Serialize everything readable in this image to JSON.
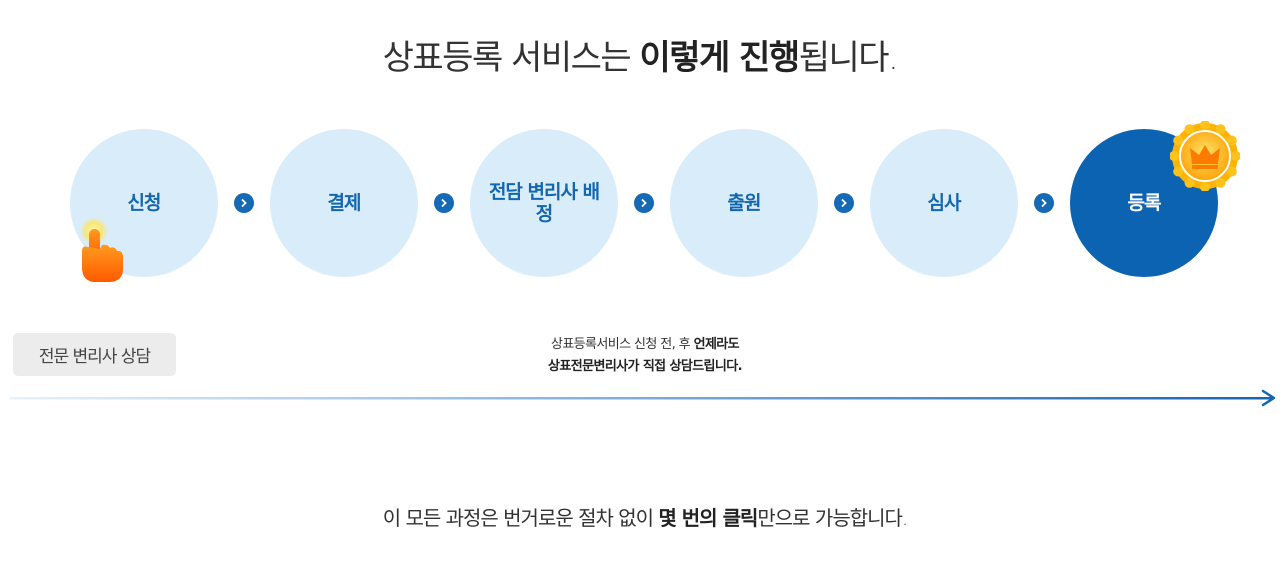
{
  "title": {
    "pre": "상표등록 서비스는 ",
    "bold": "이렇게 진행",
    "post": "됩니다."
  },
  "steps": [
    {
      "label": "신청"
    },
    {
      "label": "결제"
    },
    {
      "label": "전담 변리사 배정"
    },
    {
      "label": "출원"
    },
    {
      "label": "심사"
    },
    {
      "label": "등록"
    }
  ],
  "consult_button": {
    "label": "전문 변리사 상담"
  },
  "notice": {
    "line1_pre": "상표등록서비스 신청 전, 후 ",
    "line1_bold": "언제라도",
    "line2_bold": "상표전문변리사가 직접 상담드립니다."
  },
  "footer": {
    "pre": "이 모든 과정은 번거로운 절차 없이 ",
    "bold": "몇 번의 클릭",
    "post": "만으로 가능합니다."
  },
  "colors": {
    "primary": "#0c63b2",
    "light_circle": "#d9ecf9",
    "accent_orange": "#ff7a00",
    "crown_gold": "#ffc21a"
  },
  "icons": [
    "pointing-hand-icon",
    "chevron-right-icon",
    "crown-badge-icon",
    "timeline-arrow-icon"
  ]
}
